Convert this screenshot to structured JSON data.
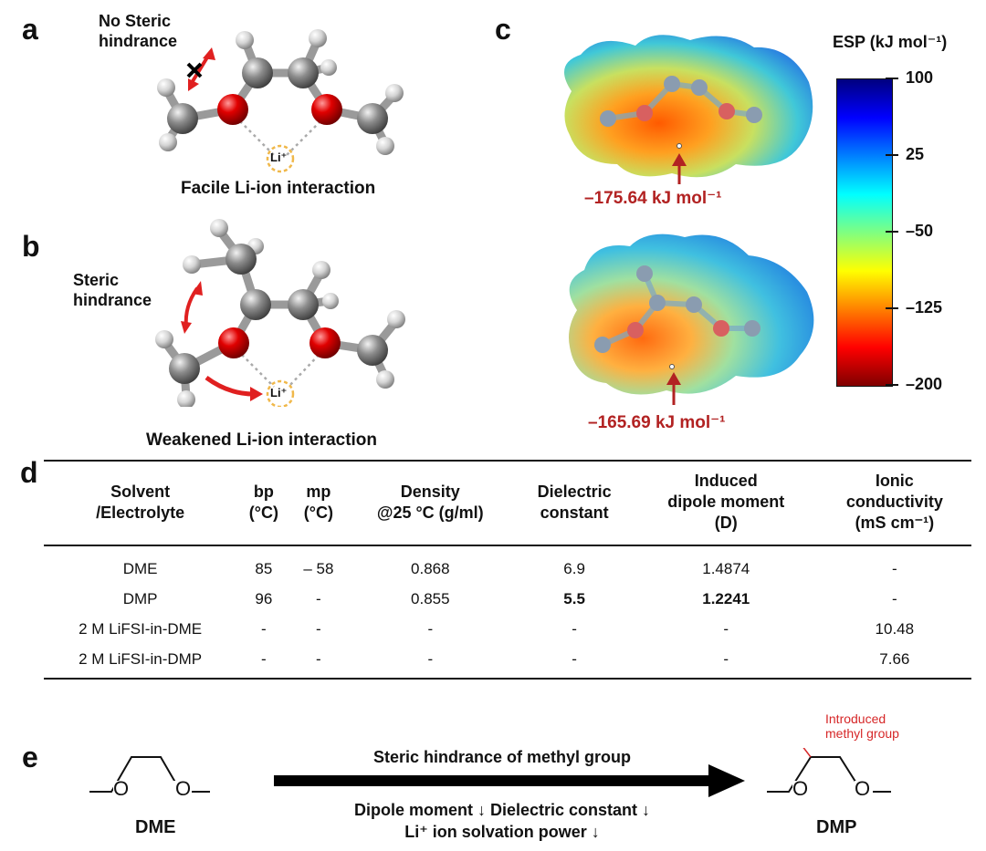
{
  "panels": {
    "a": "a",
    "b": "b",
    "c": "c",
    "d": "d",
    "e": "e"
  },
  "panel_a": {
    "annotation": "No Steric\nhindrance",
    "ion_label": "Li⁺",
    "caption": "Facile Li-ion interaction"
  },
  "panel_b": {
    "annotation": "Steric\nhindrance",
    "ion_label": "Li⁺",
    "caption": "Weakened Li-ion interaction"
  },
  "panel_c": {
    "colorbar_title": "ESP (kJ mol⁻¹)",
    "colorbar_ticks": [
      "100",
      "25",
      "–50",
      "–125",
      "–200"
    ],
    "colorbar_gradient": [
      "#00007f",
      "#0000ff",
      "#0080ff",
      "#00ffff",
      "#80ff80",
      "#ffff00",
      "#ff8000",
      "#ff0000",
      "#7f0000"
    ],
    "esp_top": "–175.64 kJ mol⁻¹",
    "esp_bottom": "–165.69 kJ mol⁻¹"
  },
  "table": {
    "headers": [
      "Solvent\n/Electrolyte",
      "bp\n(°C)",
      "mp\n(°C)",
      "Density\n@25 °C (g/ml)",
      "Dielectric\nconstant",
      "Induced\ndipole moment\n(D)",
      "Ionic\nconductivity\n(mS cm⁻¹)"
    ],
    "rows": [
      [
        "DME",
        "85",
        "– 58",
        "0.868",
        "6.9",
        "1.4874",
        "-"
      ],
      [
        "DMP",
        "96",
        "-",
        "0.855",
        "5.5",
        "1.2241",
        "-"
      ],
      [
        "2 M LiFSI-in-DME",
        "-",
        "-",
        "-",
        "-",
        "-",
        "10.48"
      ],
      [
        "2 M LiFSI-in-DMP",
        "-",
        "-",
        "-",
        "-",
        "-",
        "7.66"
      ]
    ],
    "bold_cells": [
      [
        1,
        4
      ],
      [
        1,
        5
      ]
    ]
  },
  "panel_e": {
    "left_molecule": "DME",
    "right_molecule": "DMP",
    "atom_label": "O",
    "arrow_top": "Steric hindrance of methyl group",
    "arrow_bottom_line1": "Dipole moment ↓  Dielectric constant ↓",
    "arrow_bottom_line2": "Li⁺ ion solvation power ↓",
    "note": "Introduced\nmethyl group",
    "note_color": "#d62728"
  }
}
